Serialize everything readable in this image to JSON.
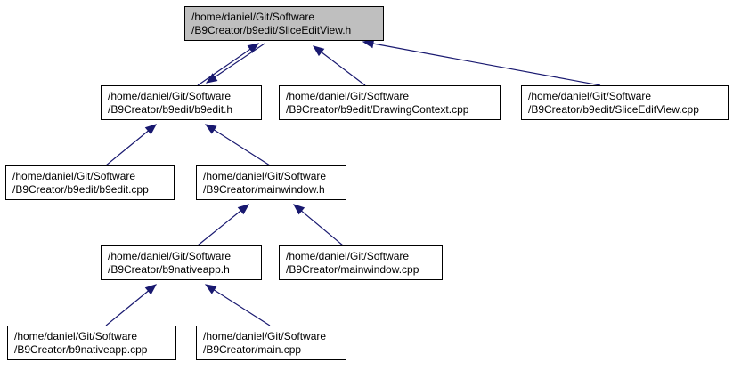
{
  "graph": {
    "nodes": [
      {
        "id": "root",
        "line1": "/home/daniel/Git/Software",
        "line2": "/B9Creator/b9edit/SliceEditView.h",
        "highlight": true
      },
      {
        "id": "b9edit_h",
        "line1": "/home/daniel/Git/Software",
        "line2": "/B9Creator/b9edit/b9edit.h",
        "highlight": false
      },
      {
        "id": "drawingcontext_cpp",
        "line1": "/home/daniel/Git/Software",
        "line2": "/B9Creator/b9edit/DrawingContext.cpp",
        "highlight": false
      },
      {
        "id": "sliceeditview_cpp",
        "line1": "/home/daniel/Git/Software",
        "line2": "/B9Creator/b9edit/SliceEditView.cpp",
        "highlight": false
      },
      {
        "id": "b9edit_cpp",
        "line1": "/home/daniel/Git/Software",
        "line2": "/B9Creator/b9edit/b9edit.cpp",
        "highlight": false
      },
      {
        "id": "mainwindow_h",
        "line1": "/home/daniel/Git/Software",
        "line2": "/B9Creator/mainwindow.h",
        "highlight": false
      },
      {
        "id": "b9nativeapp_h",
        "line1": "/home/daniel/Git/Software",
        "line2": "/B9Creator/b9nativeapp.h",
        "highlight": false
      },
      {
        "id": "mainwindow_cpp",
        "line1": "/home/daniel/Git/Software",
        "line2": "/B9Creator/mainwindow.cpp",
        "highlight": false
      },
      {
        "id": "b9nativeapp_cpp",
        "line1": "/home/daniel/Git/Software",
        "line2": "/B9Creator/b9nativeapp.cpp",
        "highlight": false
      },
      {
        "id": "main_cpp",
        "line1": "/home/daniel/Git/Software",
        "line2": "/B9Creator/main.cpp",
        "highlight": false
      }
    ],
    "edges": [
      {
        "from": "b9edit_h",
        "to": "root"
      },
      {
        "from": "root",
        "to": "b9edit_h"
      },
      {
        "from": "drawingcontext_cpp",
        "to": "root"
      },
      {
        "from": "sliceeditview_cpp",
        "to": "root"
      },
      {
        "from": "b9edit_cpp",
        "to": "b9edit_h"
      },
      {
        "from": "mainwindow_h",
        "to": "b9edit_h"
      },
      {
        "from": "b9nativeapp_h",
        "to": "mainwindow_h"
      },
      {
        "from": "mainwindow_cpp",
        "to": "mainwindow_h"
      },
      {
        "from": "b9nativeapp_cpp",
        "to": "b9nativeapp_h"
      },
      {
        "from": "main_cpp",
        "to": "b9nativeapp_h"
      }
    ],
    "colors": {
      "edge": "#191970",
      "highlight_fill": "#bfbfbf",
      "box_fill": "#ffffff",
      "box_stroke": "#000000"
    }
  }
}
